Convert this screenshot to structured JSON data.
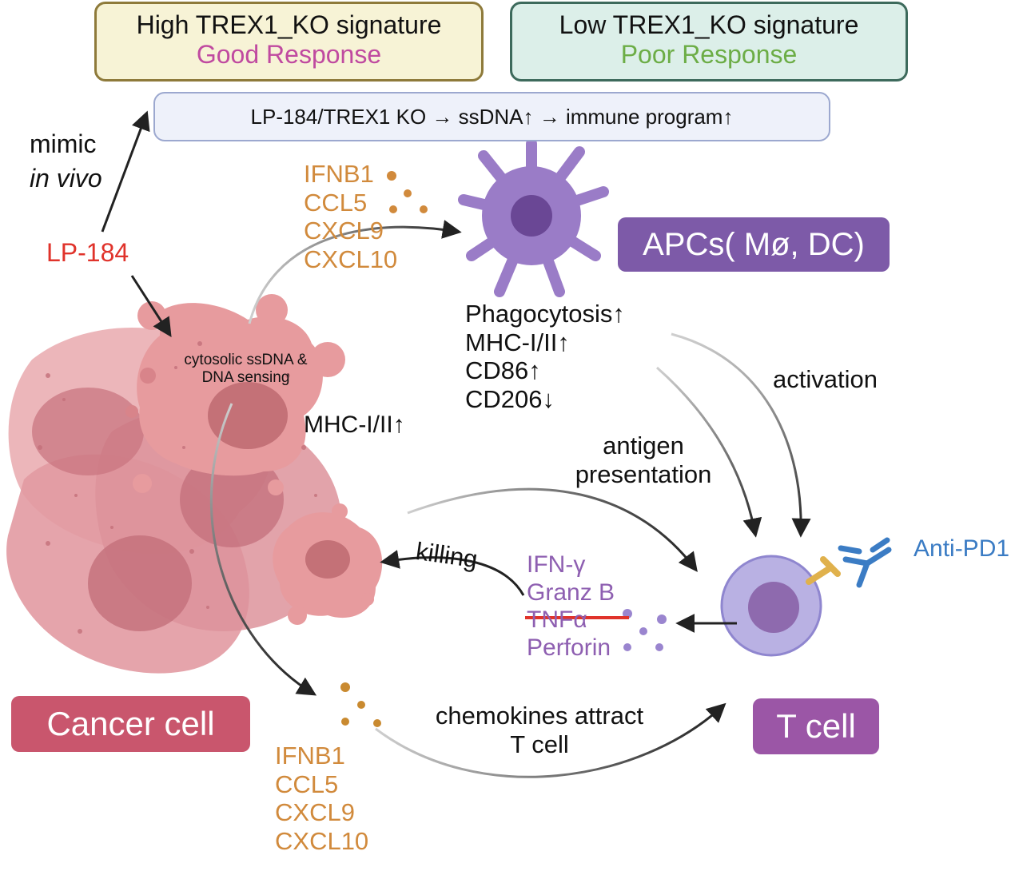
{
  "header": {
    "high_box": {
      "line1": "High TREX1_KO signature",
      "line2": "Good Response"
    },
    "low_box": {
      "line1": "Low TREX1_KO signature",
      "line2": "Poor Response"
    },
    "mechanism_bar": "LP-184/TREX1 KO → ssDNA↑ → immune program↑"
  },
  "left": {
    "mimic_line1": "mimic",
    "mimic_line2": "in vivo",
    "drug": "LP-184",
    "sensing_line1": "cytosolic ssDNA &",
    "sensing_line2": "DNA sensing",
    "tumor_mhc": "MHC-I/II↑",
    "cancer_label": "Cancer cell"
  },
  "chemokines_top": [
    "IFNB1",
    "CCL5",
    "CXCL9",
    "CXCL10"
  ],
  "chemokines_bottom": [
    "IFNB1",
    "CCL5",
    "CXCL9",
    "CXCL10"
  ],
  "apc": {
    "label": "APCs( Mø, DC)",
    "markers": [
      "Phagocytosis↑",
      "MHC-I/II↑",
      "CD86↑",
      "CD206↓"
    ]
  },
  "edges": {
    "activation": "activation",
    "antigen_line1": "antigen",
    "antigen_line2": "presentation",
    "killing": "killing",
    "attract_line1": "chemokines attract",
    "attract_line2": "T cell"
  },
  "tcell": {
    "label": "T cell",
    "cytokines": [
      "IFN-γ",
      "Granz B",
      "TNFα",
      "Perforin"
    ],
    "anti_pd1": "Anti-PD1"
  },
  "colors": {
    "high_box_fill": "#f7f3d6",
    "high_box_border": "#8e7a3a",
    "low_box_fill": "#dcefe9",
    "low_box_border": "#3d6a5c",
    "good_text": "#c04aa0",
    "poor_text": "#6cad46",
    "drug_text": "#e0332b",
    "chemokine_text": "#d18a3c",
    "apc_pill": "#7d5aa8",
    "cancer_pill": "#c9566d",
    "tcell_pill": "#9b56a6",
    "cytokine_text": "#8e5fb1",
    "anti_pd1_text": "#3b7cc4"
  }
}
